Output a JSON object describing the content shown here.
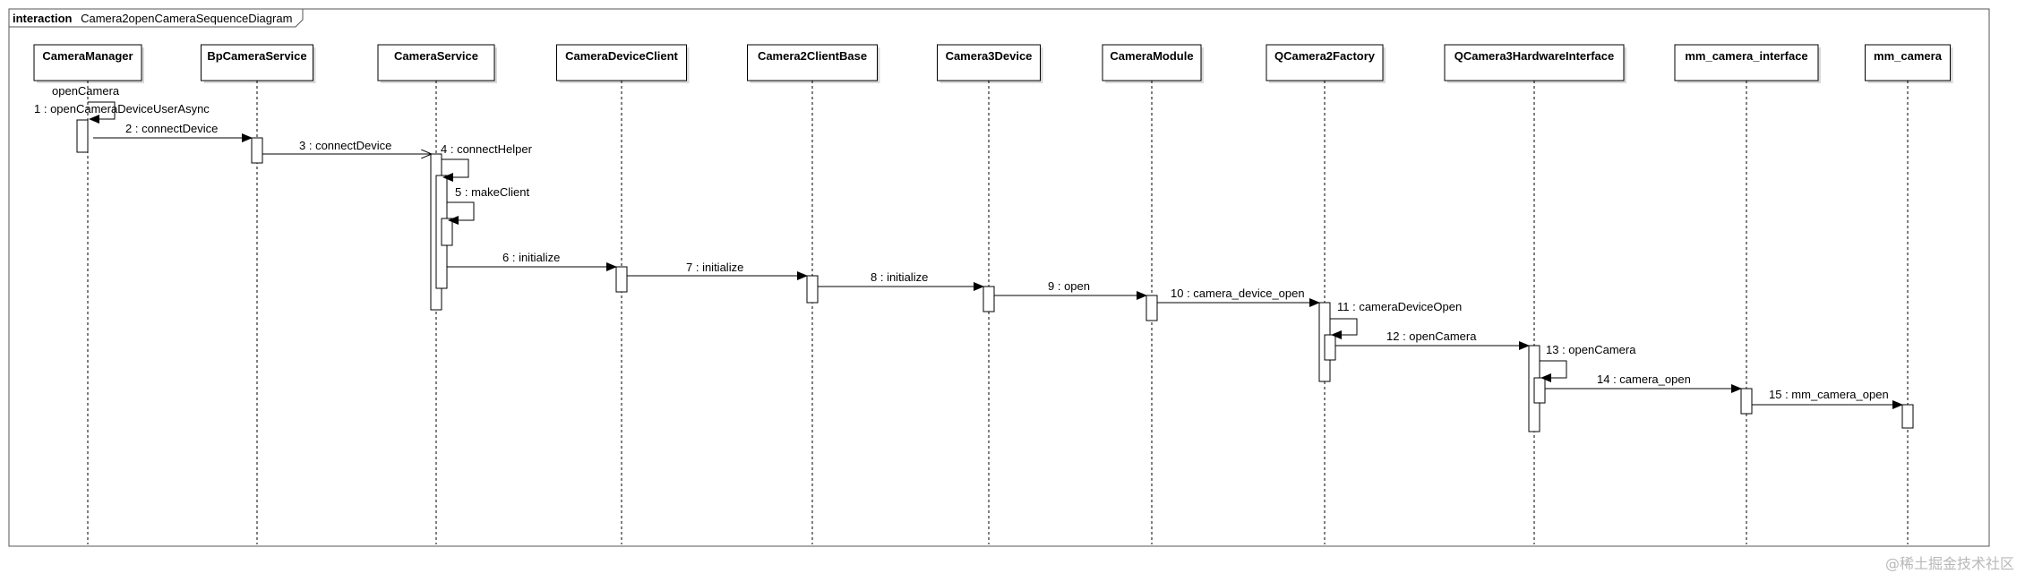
{
  "frame": {
    "keyword": "interaction",
    "name": "Camera2openCameraSequenceDiagram"
  },
  "lifelines": [
    "CameraManager",
    "BpCameraService",
    "CameraService",
    "CameraDeviceClient",
    "Camera2ClientBase",
    "Camera3Device",
    "CameraModule",
    "QCamera2Factory",
    "QCamera3HardwareInterface",
    "mm_camera_interface",
    "mm_camera"
  ],
  "messages": [
    {
      "label": "openCamera",
      "from": 0,
      "to": 0,
      "self": true
    },
    {
      "label": "1 : openCameraDeviceUserAsync",
      "from": 0,
      "to": 0,
      "self": true
    },
    {
      "label": "2 : connectDevice",
      "from": 0,
      "to": 1
    },
    {
      "label": "3 : connectDevice",
      "from": 1,
      "to": 2
    },
    {
      "label": "4 : connectHelper",
      "from": 2,
      "to": 2,
      "self": true
    },
    {
      "label": "5 : makeClient",
      "from": 2,
      "to": 2,
      "self": true
    },
    {
      "label": "6 : initialize",
      "from": 2,
      "to": 3
    },
    {
      "label": "7 : initialize",
      "from": 3,
      "to": 4
    },
    {
      "label": "8 : initialize",
      "from": 4,
      "to": 5
    },
    {
      "label": "9 : open",
      "from": 5,
      "to": 6
    },
    {
      "label": "10 : camera_device_open",
      "from": 6,
      "to": 7
    },
    {
      "label": "11 : cameraDeviceOpen",
      "from": 7,
      "to": 7,
      "self": true
    },
    {
      "label": "12 : openCamera",
      "from": 7,
      "to": 8
    },
    {
      "label": "13 : openCamera",
      "from": 8,
      "to": 8,
      "self": true
    },
    {
      "label": "14 : camera_open",
      "from": 8,
      "to": 9
    },
    {
      "label": "15 : mm_camera_open",
      "from": 9,
      "to": 10
    }
  ],
  "watermark": "@稀土掘金技术社区"
}
